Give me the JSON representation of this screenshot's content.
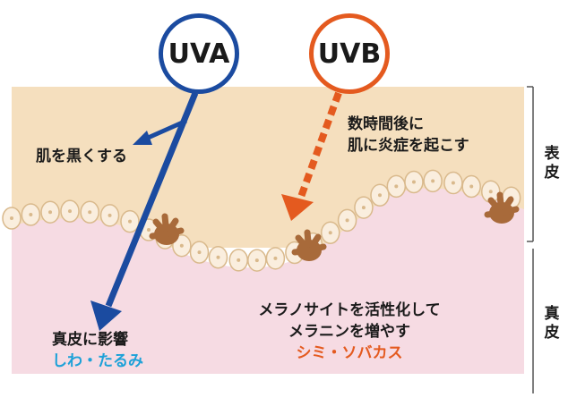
{
  "badges": {
    "uva": "UVA",
    "uvb": "UVB"
  },
  "uva_effects": {
    "surface": "肌を黒くする",
    "dermis": "真皮に影響",
    "dermis_result": "しわ・たるみ"
  },
  "uvb_effects": {
    "surface_line1": "数時間後に",
    "surface_line2": "肌に炎症を起こす",
    "melanocyte_line1": "メラノサイトを活性化して",
    "melanocyte_line2": "メラニンを増やす",
    "result": "シミ・ソバカス"
  },
  "layers": {
    "epidermis_chars": [
      "表",
      "皮"
    ],
    "dermis_chars": [
      "真",
      "皮"
    ]
  },
  "colors": {
    "uva_blue": "#1b4ba0",
    "uvb_orange": "#e45a1f",
    "result_blue": "#1da1d8",
    "epidermis": "#f5dfbe",
    "dermis": "#f6dbe3",
    "cell_fill": "#faeede",
    "cell_stroke": "#d9b98c",
    "melanocyte": "#a86a3a"
  }
}
